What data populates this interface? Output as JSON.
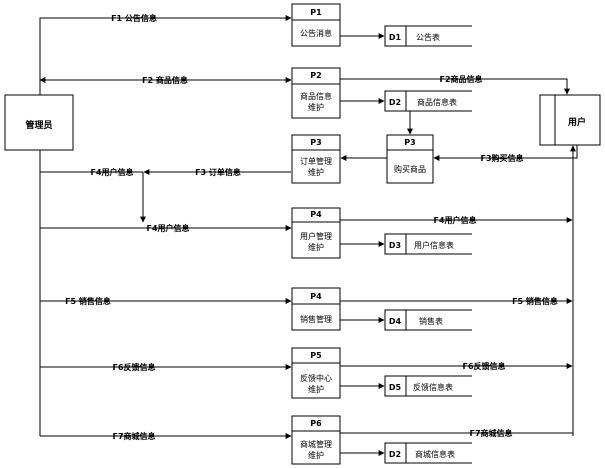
{
  "entities": {
    "admin": "管理员",
    "user": "用户"
  },
  "processes": [
    {
      "id": "P1",
      "name": [
        "公告消息"
      ]
    },
    {
      "id": "P2",
      "name": [
        "商品信息",
        "维护"
      ]
    },
    {
      "id": "P3",
      "name": [
        "订单管理",
        "维护"
      ]
    },
    {
      "id": "P3",
      "name": [
        "购买商品"
      ]
    },
    {
      "id": "P4",
      "name": [
        "用户管理",
        "维护"
      ]
    },
    {
      "id": "P4",
      "name": [
        "销售管理"
      ]
    },
    {
      "id": "P5",
      "name": [
        "反馈中心",
        "维护"
      ]
    },
    {
      "id": "P6",
      "name": [
        "商城管理",
        "维护"
      ]
    }
  ],
  "stores": [
    {
      "id": "D1",
      "name": "公告表"
    },
    {
      "id": "D2",
      "name": "商品信息表"
    },
    {
      "id": "D3",
      "name": "用户信息表"
    },
    {
      "id": "D4",
      "name": "销售表"
    },
    {
      "id": "D5",
      "name": "反馈信息表"
    },
    {
      "id": "D2",
      "name": "商城信息表"
    }
  ],
  "flows": [
    "F1 公告信息",
    "F2 商品信息",
    "F2商品信息",
    "F3购买信息",
    "F3 订单信息",
    "F4用户信息",
    "F4用户信息",
    "F4用户信息",
    "F5 销售信息",
    "F5 销售信息",
    "F6反馈信息",
    "F6反馈信息",
    "F7商城信息",
    "F7商城信息"
  ]
}
